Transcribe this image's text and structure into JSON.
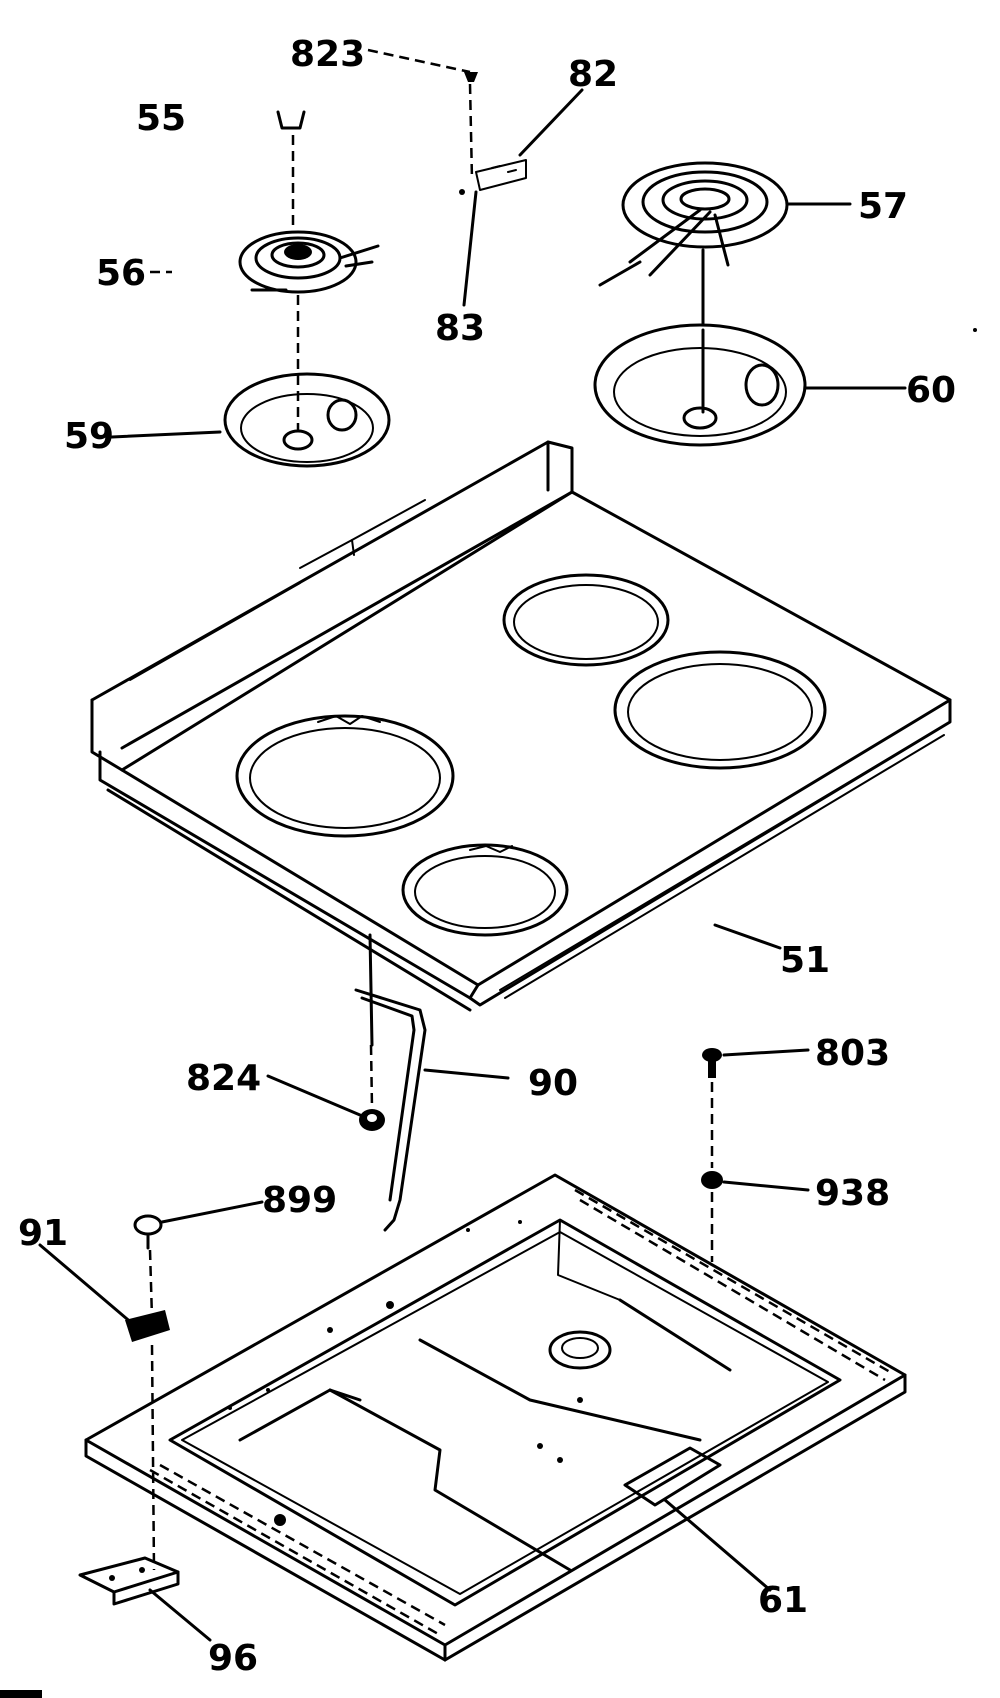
{
  "diagram": {
    "labels": {
      "p823": "823",
      "p82": "82",
      "p55": "55",
      "p56": "56",
      "p83": "83",
      "p57": "57",
      "p59": "59",
      "p60": "60",
      "p51": "51",
      "p824": "824",
      "p90": "90",
      "p803": "803",
      "p938": "938",
      "p91": "91",
      "p899": "899",
      "p61": "61",
      "p96": "96"
    },
    "colors": {
      "ink": "#000000",
      "paper": "#ffffff"
    }
  }
}
